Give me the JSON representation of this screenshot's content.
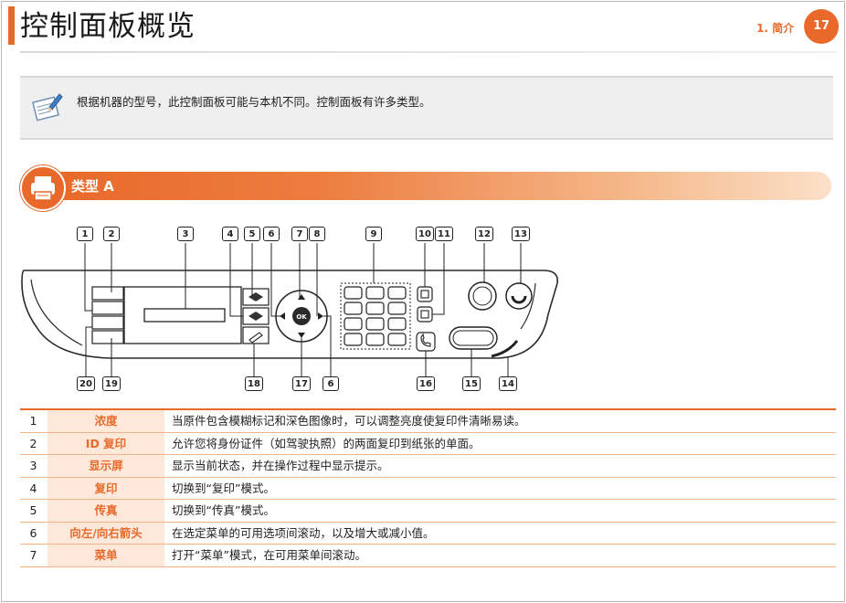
{
  "header": {
    "title": "控制面板概览",
    "chapter": "1. 简介",
    "page_number": "17"
  },
  "note": {
    "icon": "note-pencil-icon",
    "text": "根据机器的型号，此控制面板可能与本机不同。控制面板有许多类型。"
  },
  "section": {
    "icon": "printer-icon",
    "title": "类型 A"
  },
  "diagram": {
    "callouts_top": [
      "1",
      "2",
      "3",
      "4",
      "5",
      "6",
      "7",
      "8",
      "9",
      "10",
      "11",
      "12",
      "13"
    ],
    "callouts_bottom": [
      "20",
      "19",
      "18",
      "17",
      "6",
      "16",
      "15",
      "14"
    ],
    "ok_label": "OK"
  },
  "table": {
    "rows": [
      {
        "num": "1",
        "name": "浓度",
        "desc": "当原件包含模糊标记和深色图像时，可以调整亮度使复印件清晰易读。"
      },
      {
        "num": "2",
        "name": "ID 复印",
        "desc": "允许您将身份证件（如驾驶执照）的两面复印到纸张的单面。"
      },
      {
        "num": "3",
        "name": "显示屏",
        "desc": "显示当前状态，并在操作过程中显示提示。"
      },
      {
        "num": "4",
        "name": "复印",
        "desc": "切换到“复印”模式。"
      },
      {
        "num": "5",
        "name": "传真",
        "desc": "切换到“传真”模式。"
      },
      {
        "num": "6",
        "name": "向左/向右箭头",
        "desc": "在选定菜单的可用选项间滚动，以及增大或减小值。"
      },
      {
        "num": "7",
        "name": "菜单",
        "desc": "打开“菜单”模式，在可用菜单间滚动。"
      }
    ]
  },
  "colors": {
    "accent": "#e8692a",
    "row_label_bg": "#fde8da"
  }
}
